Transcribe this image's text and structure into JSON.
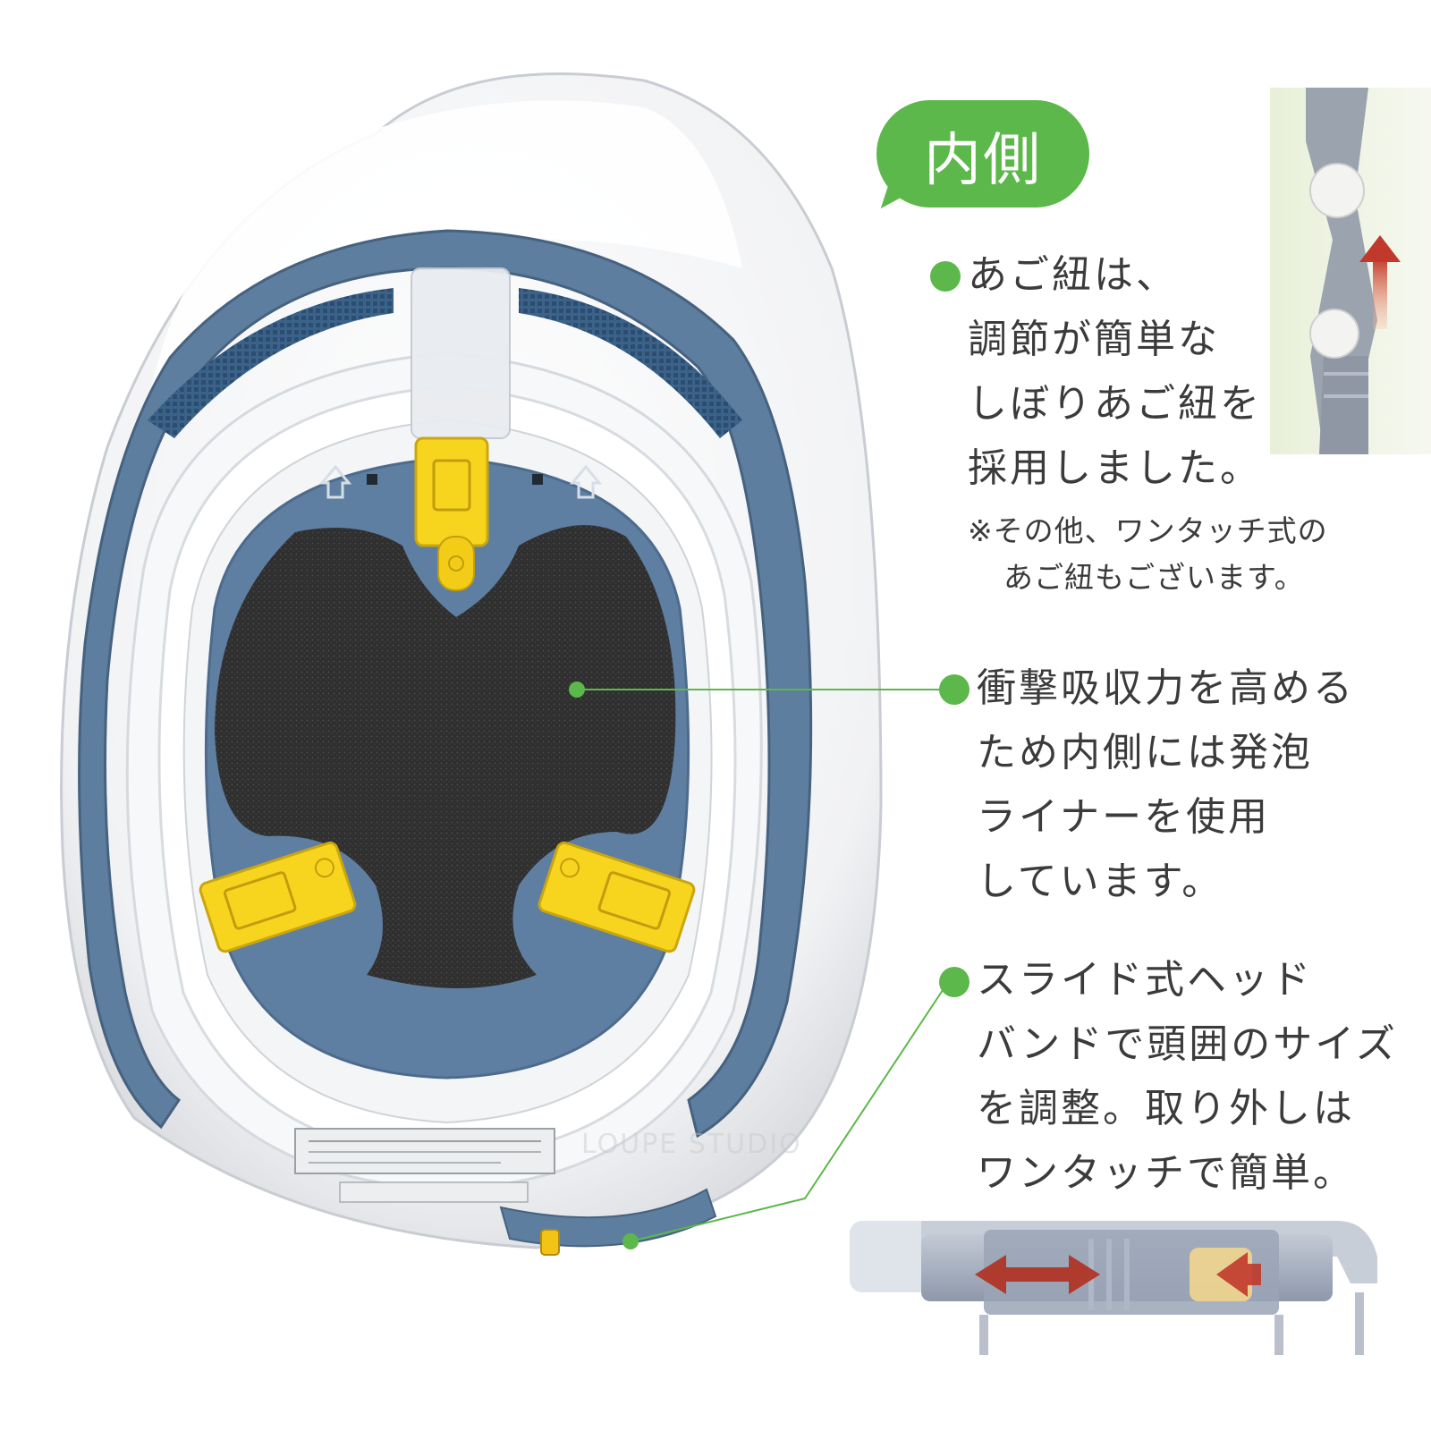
{
  "badge": {
    "label": "内側"
  },
  "features": [
    {
      "lines": [
        "あご紐は、",
        "調節が簡単な",
        "しぼりあご紐を",
        "採用しました。"
      ],
      "note": [
        "※その他、ワンタッチ式の",
        "あご紐もございます。"
      ]
    },
    {
      "lines": [
        "衝撃吸収力を高める",
        "ため内側には発泡",
        "ライナーを使用",
        "しています。"
      ]
    },
    {
      "lines": [
        "スライド式ヘッド",
        "バンドで頭囲のサイズ",
        "を調整。取り外しは",
        "ワンタッチで簡単。"
      ]
    }
  ],
  "watermark": "LOUPE STUDIO",
  "colors": {
    "accent_green": "#5cb84a",
    "harness_blue": "#5e7ea0",
    "clip_yellow": "#f7d51f",
    "foam_gray": "#333333",
    "arrow_red": "#c0392b"
  }
}
